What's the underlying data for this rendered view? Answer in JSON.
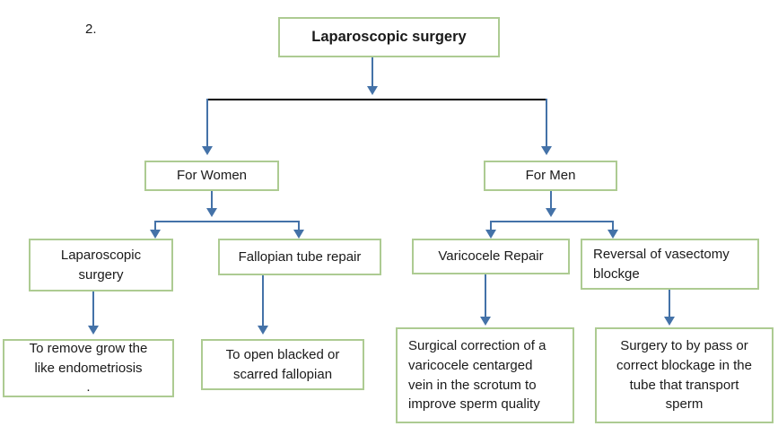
{
  "diagram": {
    "sequence_label": "2.",
    "colors": {
      "node_border": "#adcb92",
      "connector_blue": "#4472a8",
      "connector_black": "#000000",
      "text": "#1a1a1a",
      "background": "#ffffff"
    },
    "nodes": {
      "root": {
        "label": "Laparoscopic surgery"
      },
      "branch_women": {
        "label": "For Women"
      },
      "branch_men": {
        "label": "For Men"
      },
      "women_child_1": {
        "label": "Laparoscopic\nsurgery"
      },
      "women_child_2": {
        "label": "Fallopian tube repair"
      },
      "men_child_1": {
        "label": "Varicocele Repair"
      },
      "men_child_2": {
        "label": "Reversal of vasectomy\nblockge"
      },
      "leaf_1": {
        "label": "To remove grow the\nlike endometriosis\n."
      },
      "leaf_2": {
        "label": "To open blacked or\nscarred fallopian"
      },
      "leaf_3": {
        "label": "Surgical correction of a\nvaricocele centarged\nvein in the scrotum to\nimprove sperm quality"
      },
      "leaf_4": {
        "label": "Surgery to by pass or\ncorrect blockage in the\ntube that transport\nsperm"
      }
    }
  }
}
